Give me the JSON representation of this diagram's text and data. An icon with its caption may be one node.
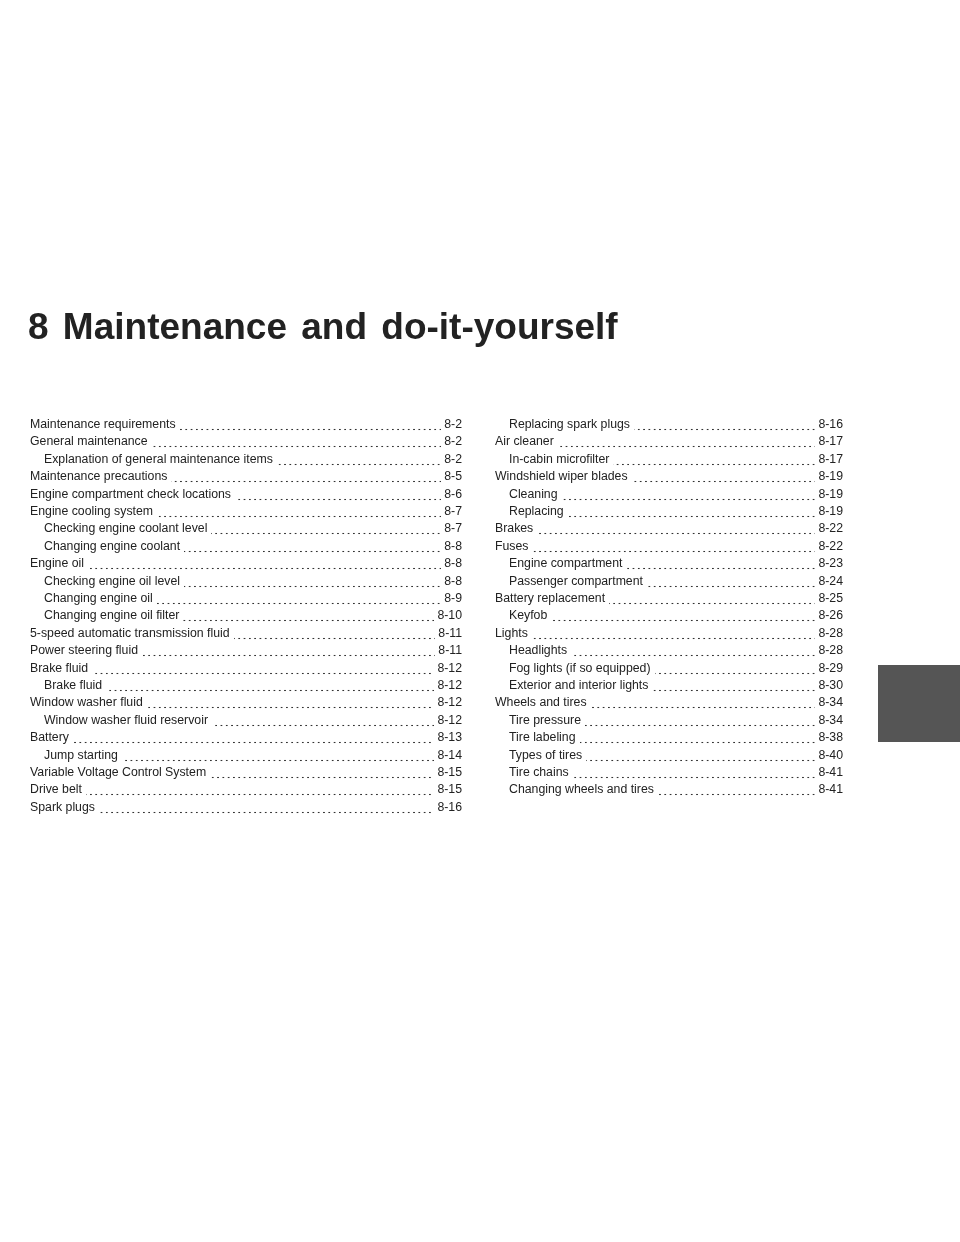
{
  "diagram": {
    "title": "8 Maintenance and do-it-yourself",
    "nodes": [
      {
        "text": [],
        "shape": "box"
      }
    ],
    "labels": [
      "Maintenance requirements",
      "8-2",
      "General maintenance",
      "8-2",
      "Explanation of general maintenance items",
      "8-2",
      "Maintenance precautions",
      "8-5",
      "Engine compartment check locations",
      "8-6",
      "Engine cooling system",
      "8-7",
      "Checking engine coolant level",
      "8-7",
      "Changing engine coolant",
      "8-8",
      "Engine oil",
      "8-8",
      "Checking engine oil level",
      "8-8",
      "Changing engine oil",
      "8-9",
      "Changing engine oil filter",
      "8-10",
      "5-speed automatic transmission fluid",
      "8-11",
      "Power steering fluid",
      "8-11",
      "Brake fluid",
      "8-12",
      "Brake fluid",
      "8-12",
      "Window washer fluid",
      "8-12",
      "Window washer fluid reservoir",
      "8-12",
      "Battery",
      "8-13",
      "Jump starting",
      "8-14",
      "Variable Voltage Control System",
      "8-15",
      "Drive belt",
      "8-15",
      "Spark plugs",
      "8-16",
      "Replacing spark plugs",
      "8-16",
      "Air cleaner",
      "8-17",
      "In-cabin microfilter",
      "8-17",
      "Windshield wiper blades",
      "8-19",
      "Cleaning",
      "8-19",
      "Replacing",
      "8-19",
      "Brakes",
      "8-22",
      "Fuses",
      "8-22",
      "Engine compartment",
      "8-23",
      "Passenger compartment",
      "8-24",
      "Battery replacement",
      "8-25",
      "Keyfob",
      "8-26",
      "Lights",
      "8-28",
      "Headlights",
      "8-28",
      "Fog lights (if so equipped)",
      "8-29",
      "Exterior and interior lights",
      "8-30",
      "Wheels and tires",
      "8-34",
      "Tire pressure",
      "8-34",
      "Tire labeling",
      "8-38",
      "Types of tires",
      "8-40",
      "Tire chains",
      "8-41",
      "Changing wheels and tires",
      "8-41"
    ]
  }
}
